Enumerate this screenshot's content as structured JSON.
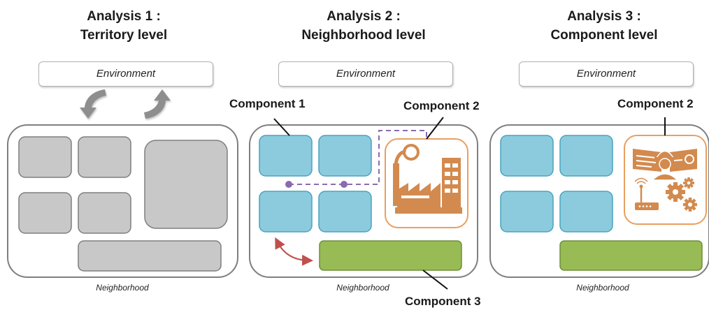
{
  "analyses": [
    {
      "title_line1": "Analysis 1 :",
      "title_line2": "Territory level",
      "environment": "Environment",
      "neighborhood": "Neighborhood"
    },
    {
      "title_line1": "Analysis 2 :",
      "title_line2": "Neighborhood level",
      "environment": "Environment",
      "neighborhood": "Neighborhood"
    },
    {
      "title_line1": "Analysis 3 :",
      "title_line2": "Component level",
      "environment": "Environment",
      "neighborhood": "Neighborhood"
    }
  ],
  "components": {
    "component1": "Component 1",
    "component2": "Component 2",
    "component3": "Component 3"
  },
  "colors": {
    "frame": "#7f7f7f",
    "gray_block": "#c8c8c8",
    "blue_block": "#8ccbdd",
    "blue_border": "#4aa3be",
    "green_block": "#99bb56",
    "green_border": "#6f8f35",
    "orange": "#e8a060",
    "orange_icon": "#d38a4e",
    "purple_link": "#8a6bb1",
    "red_arrow": "#c0504d"
  },
  "icons": {
    "cycle": "cycle-arrows-icon",
    "factory": "factory-icon",
    "engineer": "engineer-icon",
    "router": "router-icon",
    "gears": "gears-icon"
  }
}
